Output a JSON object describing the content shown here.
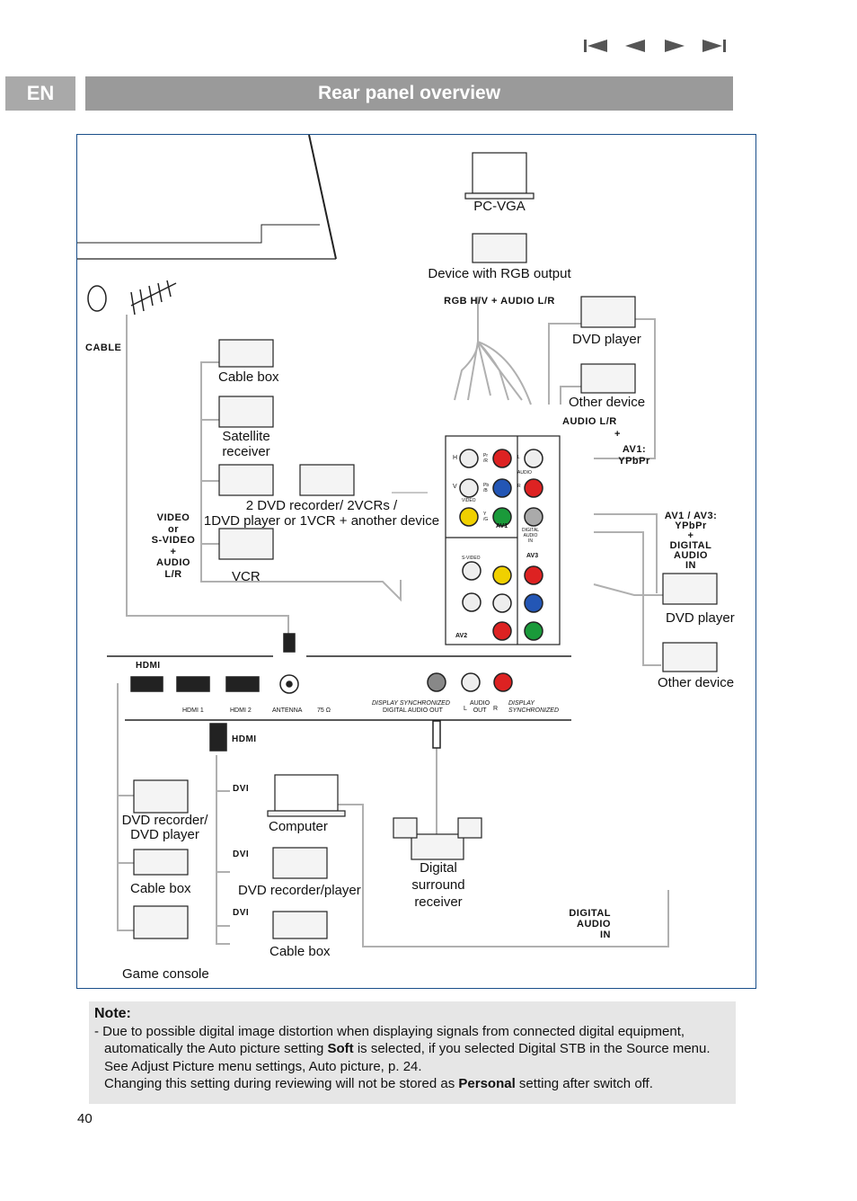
{
  "header": {
    "lang": "EN",
    "title": "Rear panel overview",
    "nav_icons": [
      "skip-back-icon",
      "prev-icon",
      "next-icon",
      "skip-forward-icon"
    ]
  },
  "diagram": {
    "labels": {
      "pc_vga": "PC-VGA",
      "rgb_device": "Device with RGB output",
      "rgb_hv": "RGB H/V + AUDIO L/R",
      "dvd_player_top": "DVD player",
      "other_device_top": "Other device",
      "audio_lr": "AUDIO L/R",
      "plus1": "+",
      "av1_ypbpr": "AV1:\nYPbPr",
      "av1_av3": "AV1 / AV3:\nYPbPr\n+\nDIGITAL\nAUDIO\nIN",
      "dvd_player_right": "DVD player",
      "other_device_right": "Other device",
      "cable": "CABLE",
      "cable_box": "Cable box",
      "satellite": "Satellite\nreceiver",
      "dvd_vcr": "2 DVD recorder/ 2VCRs /\n1DVD player or 1VCR + another device",
      "vcr": "VCR",
      "video_svideo": "VIDEO\nor\nS-VIDEO\n+\nAUDIO\nL/R",
      "hdmi_left": "HDMI",
      "hdmi_mid": "HDMI",
      "hdmi1": "HDMI 1",
      "hdmi2": "HDMI 2",
      "antenna": "ANTENNA",
      "ohm": "75 Ω",
      "display_sync1": "DISPLAY SYNCHRONIZED",
      "digital_audio_out": "DIGITAL AUDIO OUT",
      "audio_out": "AUDIO\nOUT",
      "l": "L",
      "r": "R",
      "display_sync2": "DISPLAY\nSYNCHRONIZED",
      "dvi1": "DVI",
      "dvi2": "DVI",
      "dvi3": "DVI",
      "dvd_recorder_player": "DVD recorder/\nDVD player",
      "cable_box_left": "Cable box",
      "game_console": "Game console",
      "computer": "Computer",
      "dvd_recorder_player2": "DVD recorder/player",
      "cable_box_bottom": "Cable box",
      "digital_surround": "Digital\nsurround\nreceiver",
      "digital_audio_in": "DIGITAL\nAUDIO\nIN",
      "panel_av1": "AV1",
      "panel_av2": "AV2",
      "panel_av3": "AV3",
      "panel_video": "VIDEO",
      "panel_svideo": "S-VIDEO",
      "panel_audio": "AUDIO",
      "panel_digital_audio_in": "DIGITAL\nAUDIO\nIN",
      "panel_h": "H",
      "panel_v": "V",
      "panel_pr": "Pr\n/R",
      "panel_pb": "Pb\n/B",
      "panel_y": "Y\n/G",
      "panel_l": "L",
      "panel_r": "R"
    }
  },
  "note": {
    "title": "Note:",
    "line1_prefix": "- Due to possible digital image distortion when displaying signals from connected digital equipment, automatically the Auto picture setting ",
    "line1_bold": "Soft",
    "line1_suffix": " is selected, if you selected Digital STB in the Source menu. See Adjust Picture menu settings, Auto picture, p. 24.",
    "line2_prefix": "Changing this setting during reviewing will not be stored as ",
    "line2_bold": "Personal",
    "line2_suffix": " setting after switch off."
  },
  "page_number": "40",
  "colors": {
    "title_bg": "#9a9a9a",
    "lang_bg": "#a9a9a9",
    "frame": "#1a4f8a",
    "cable": "#b0b0b0",
    "note_bg": "#e6e6e6"
  }
}
